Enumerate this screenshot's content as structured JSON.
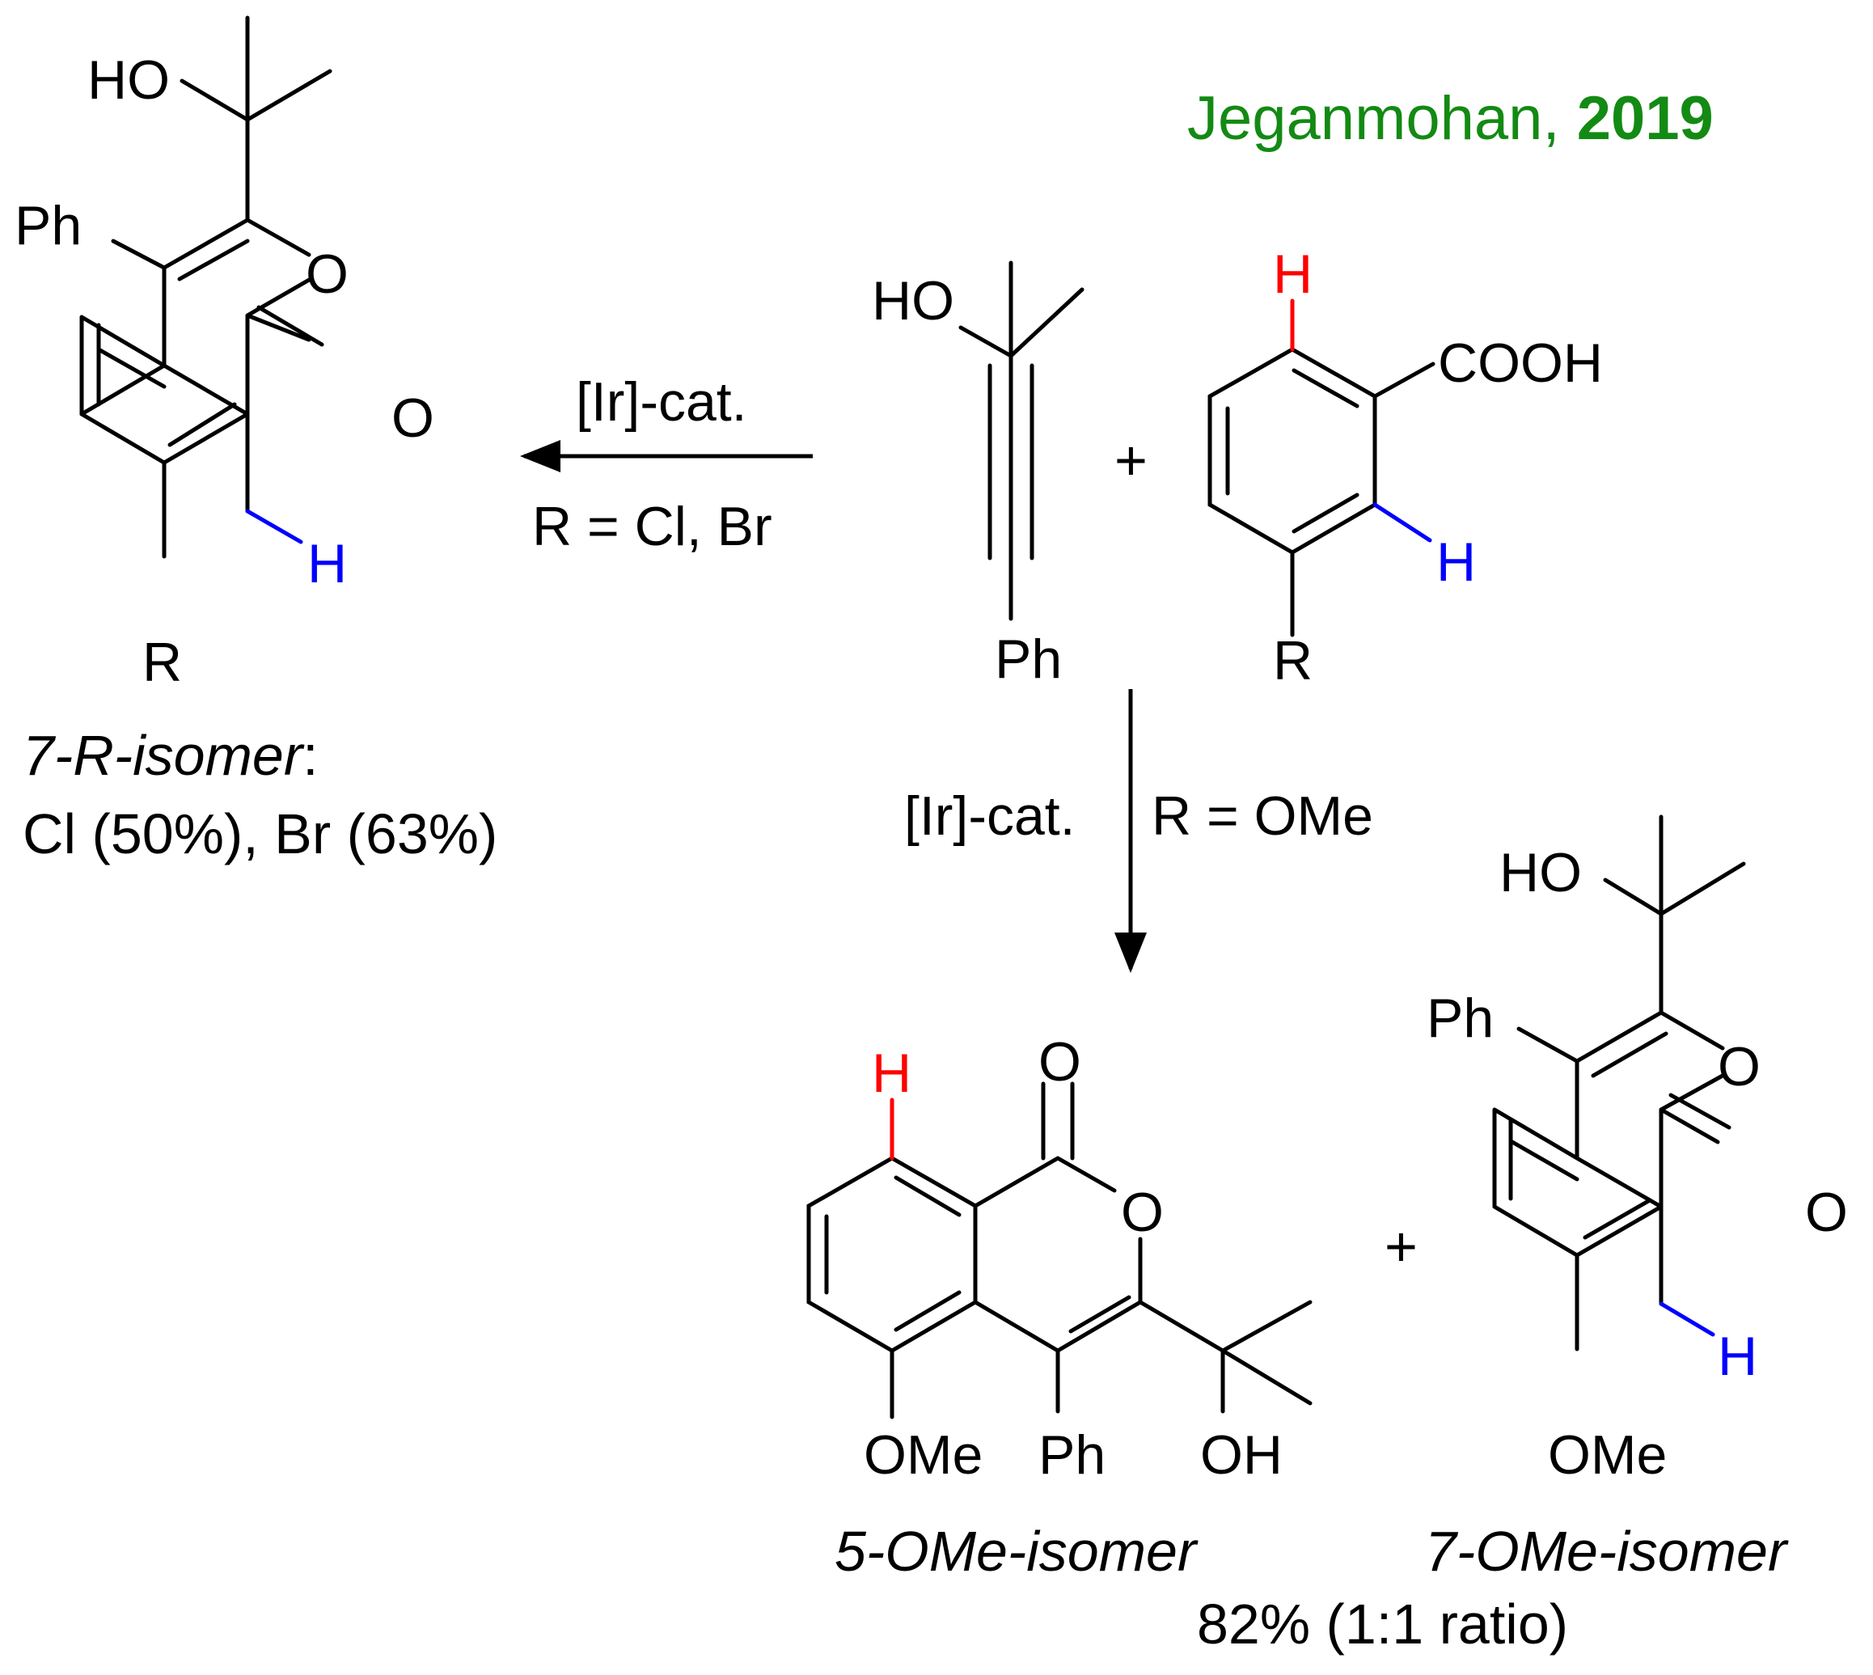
{
  "colors": {
    "reacted_h": "#ff0000",
    "retained_h": "#0000ff",
    "citation": "#138a13",
    "ink": "#000000"
  },
  "citation": {
    "author": "Jeganmohan, ",
    "year": "2019"
  },
  "atoms": {
    "ho": "HO",
    "oh": "OH",
    "ph": "Ph",
    "o": "O",
    "h": "H",
    "r": "R",
    "cooh": "COOH",
    "ome": "OMe"
  },
  "plus": "+",
  "arrows": {
    "left": {
      "catalyst": "[Ir]-cat.",
      "condition": "R = Cl, Br"
    },
    "down": {
      "catalyst": "[Ir]-cat.",
      "condition": "R = OMe"
    }
  },
  "products": {
    "r_isomer": {
      "label": "7-R-isomer",
      "label_suffix": ":",
      "yields": "Cl (50%), Br (63%)"
    },
    "ome5": {
      "label": "5-OMe-isomer"
    },
    "ome7": {
      "label": "7-OMe-isomer"
    },
    "combined_yield": "82% (1:1 ratio)"
  }
}
